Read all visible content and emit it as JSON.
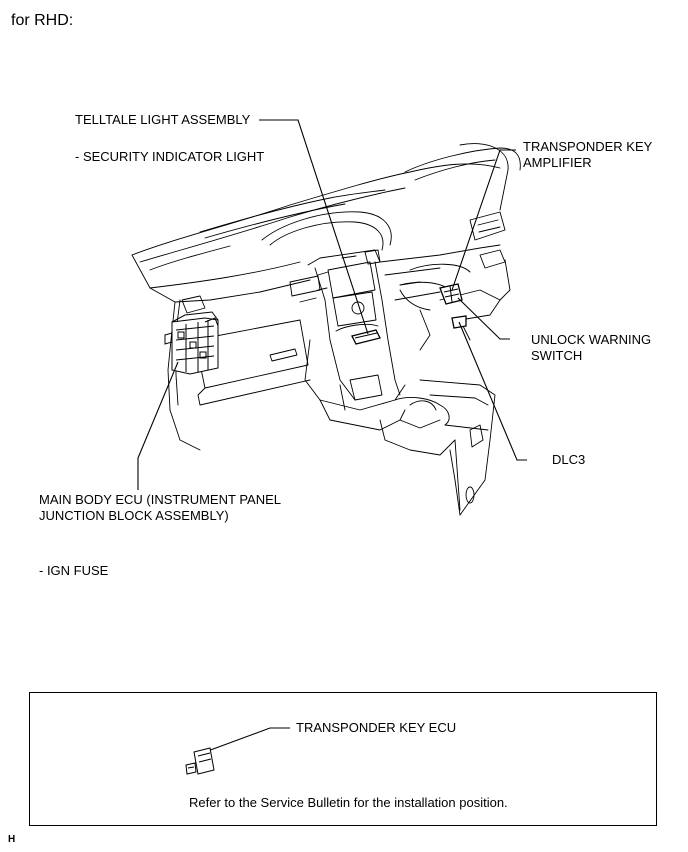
{
  "heading": "for RHD:",
  "labels": {
    "telltale": "TELLTALE LIGHT ASSEMBLY",
    "security": "- SECURITY INDICATOR LIGHT",
    "transponder_amp_1": "TRANSPONDER KEY",
    "transponder_amp_2": "AMPLIFIER",
    "unlock_1": "UNLOCK WARNING",
    "unlock_2": "SWITCH",
    "dlc3": "DLC3",
    "main_body_1": "MAIN BODY ECU (INSTRUMENT PANEL",
    "main_body_2": "JUNCTION BLOCK ASSEMBLY)",
    "ign_fuse": "- IGN FUSE"
  },
  "box": {
    "ecu_label": "TRANSPONDER KEY ECU",
    "note": "Refer to the Service Bulletin for the installation position."
  },
  "corner_mark": "H"
}
